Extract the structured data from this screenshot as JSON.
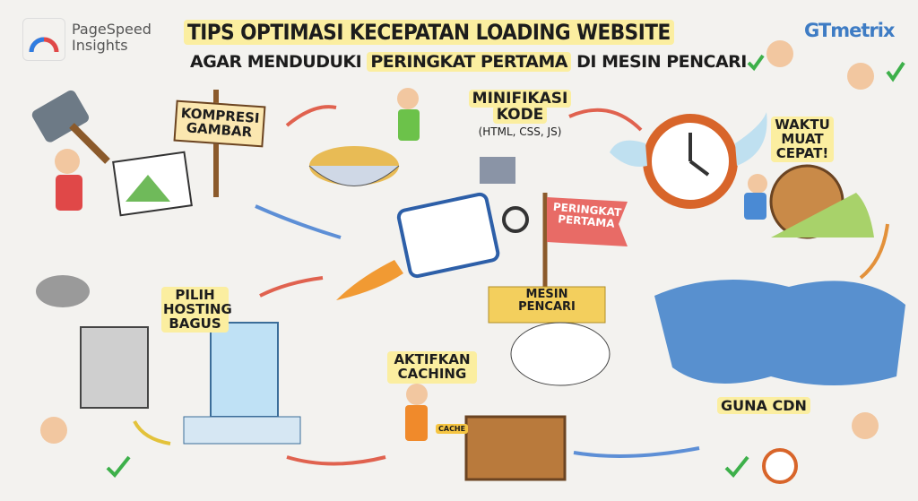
{
  "logos": {
    "pagespeed_line1": "PageSpeed",
    "pagespeed_line2": "Insights",
    "gtmetrix": "GTmetrix"
  },
  "title": {
    "line1": "TIPS OPTIMASI KECEPATAN LOADING WEBSITE",
    "line2_pre": "AGAR MENDUDUKI",
    "line2_hl": "PERINGKAT PERTAMA",
    "line2_post": "DI MESIN PENCARI"
  },
  "steps": {
    "kompresi": [
      "KOMPRESI",
      "GAMBAR"
    ],
    "minifikasi": [
      "MINIFIKASI",
      "KODE",
      "(HTML, CSS, JS)"
    ],
    "waktu": [
      "WAKTU",
      "MUAT",
      "CEPAT!"
    ],
    "flag": [
      "PERINGKAT",
      "PERTAMA"
    ],
    "podium": [
      "MESIN",
      "PENCARI"
    ],
    "hosting": [
      "PILIH",
      "HOSTING",
      "BAGUS"
    ],
    "caching": [
      "AKTIFKAN",
      "CACHING"
    ],
    "cache_key": "CACHE",
    "cdn": "GUNA CDN"
  },
  "colors": {
    "highlight": "#fbeea0",
    "arrow_red": "#e0624f",
    "arrow_blue": "#5d8fd6",
    "check": "#3db04a"
  }
}
